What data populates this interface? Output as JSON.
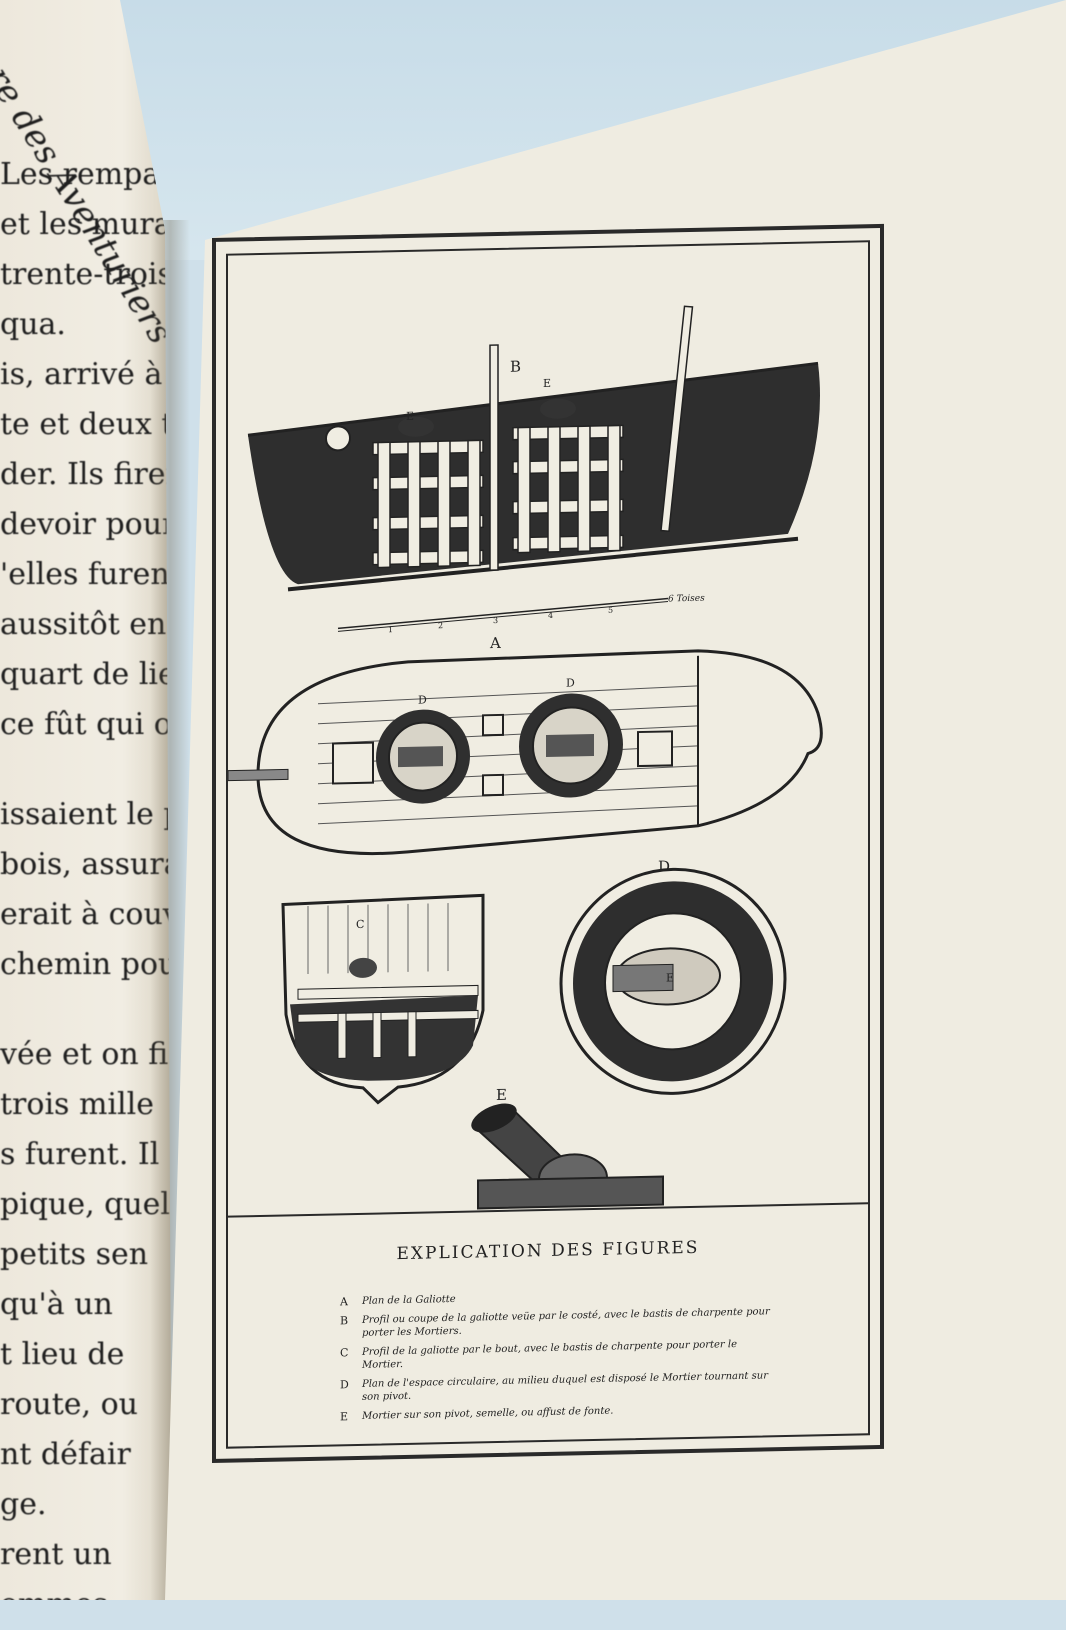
{
  "left_page": {
    "running_title": "re des Aventuriers",
    "lines": [
      "Les remparts sont",
      "et les murailles à",
      "trente-trois pièces",
      "qua.",
      "is, arrivé à portée",
      "te et deux travers",
      "der. Ils firent les",
      "devoir pour facilit",
      "'elles furent à ter",
      "aussitôt en bataill",
      "quart de lieue du",
      "ce fût qui osèr",
      "",
      "issaient le pays,",
      "bois, assuran",
      "erait à couvert",
      "chemin pour",
      "",
      "vée et on fi",
      "trois mille",
      "s furent. Il",
      "pique, quel",
      "petits sen",
      "qu'à un",
      "t lieu de",
      "route, ou",
      "nt défair",
      "ge.",
      "rent un",
      "ommes"
    ]
  },
  "plate": {
    "labels": {
      "B": "B",
      "E_top_left": "E",
      "E_top_right": "E",
      "A": "A",
      "D_plan_left": "D",
      "D_plan_right": "D",
      "C": "C",
      "D_large": "D",
      "E_mortar": "E",
      "scale_unit": "6 Toises",
      "scale_ticks": [
        "1",
        "2",
        "3",
        "4",
        "5"
      ]
    },
    "caption_title": "EXPLICATION DES FIGURES",
    "legend": [
      {
        "key": "A",
        "text": "Plan de la Galiotte"
      },
      {
        "key": "B",
        "text": "Profil ou coupe de la galiotte veüe par le costé, avec le bastis de charpente pour porter les Mortiers."
      },
      {
        "key": "C",
        "text": "Profil de la galiotte par le bout, avec le bastis de charpente pour porter le Mortier."
      },
      {
        "key": "D",
        "text": "Plan de l'espace circulaire, au milieu duquel est disposé le Mortier tournant sur son pivot."
      },
      {
        "key": "E",
        "text": "Mortier sur son pivot, semelle, ou affust de fonte."
      }
    ]
  }
}
